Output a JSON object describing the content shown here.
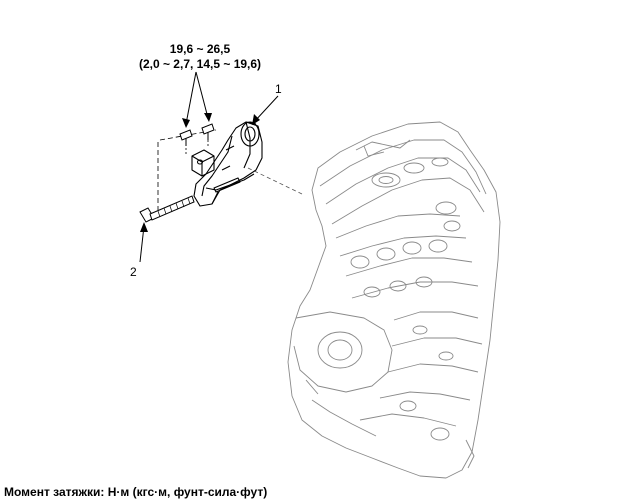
{
  "torque_spec": {
    "line1": "19,6 ~ 26,5",
    "line2": "(2,0 ~ 2,7, 14,5 ~ 19,6)"
  },
  "callouts": {
    "part1": "1",
    "part2": "2"
  },
  "caption": "Момент затяжки: Н·м (кгс·м, фунт-сила·фут)"
}
